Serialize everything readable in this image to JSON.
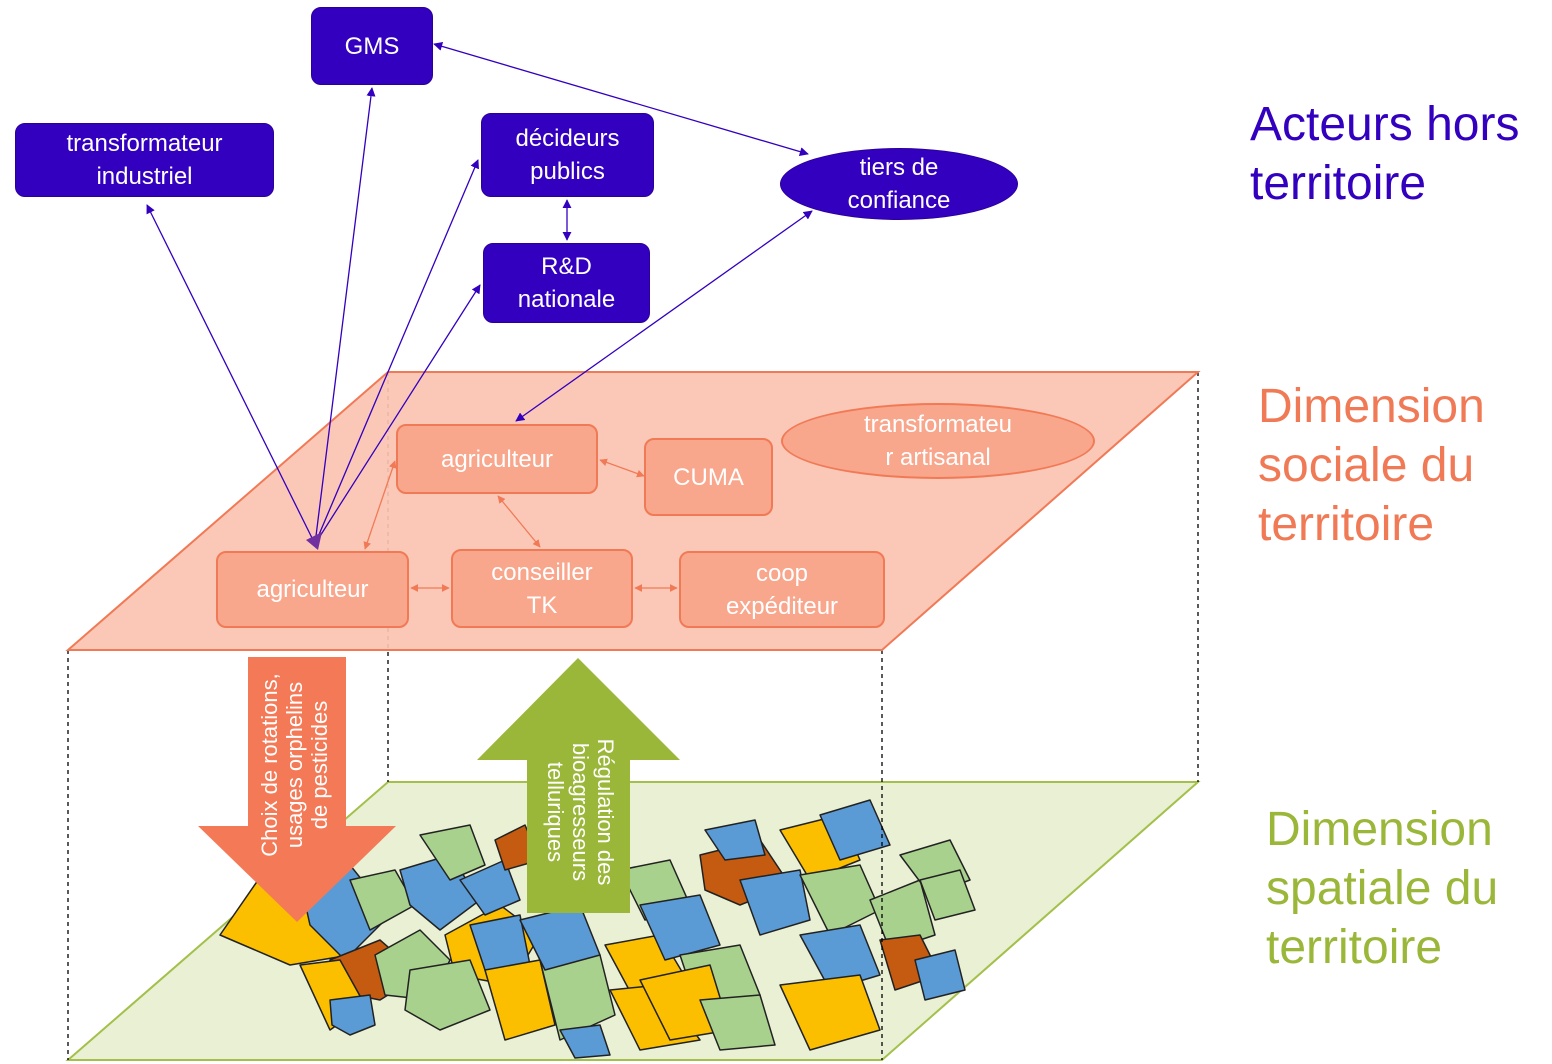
{
  "external_actors": {
    "gms": "GMS",
    "transformateur_industriel": [
      "transformateur",
      "industriel"
    ],
    "decideurs_publics": [
      "décideurs",
      "publics"
    ],
    "tiers_de_confiance": [
      "tiers de",
      "confiance"
    ],
    "rd_nationale": [
      "R&D",
      "nationale"
    ]
  },
  "social_actors": {
    "agriculteur_top": "agriculteur",
    "cuma": "CUMA",
    "transformateur_artisanal": [
      "transformateu",
      "r artisanal"
    ],
    "agriculteur_bottom": "agriculteur",
    "conseiller_tk": [
      "conseiller",
      "TK"
    ],
    "coop_expediteur": [
      "coop",
      "expéditeur"
    ]
  },
  "side_labels": {
    "acteurs_hors_territoire": [
      "Acteurs hors",
      "territoire"
    ],
    "dimension_sociale": [
      "Dimension",
      "sociale du",
      "territoire"
    ],
    "dimension_spatiale": [
      "Dimension",
      "spatiale du",
      "territoire"
    ]
  },
  "flows": {
    "down_arrow": [
      "Choix de rotations,",
      "usages orphelins",
      "de pesticides"
    ],
    "up_arrow": [
      "Régulation des",
      "bioagresseurs",
      "telluriques"
    ]
  },
  "colors": {
    "external": "#3300bf",
    "social_plane": "#fbc3b2",
    "social_node": "#f8a68c",
    "social_border": "#f17a56",
    "spatial_plane": "#e9f0d3",
    "spatial_border": "#a3c04a",
    "down_arrow": "#f47a57",
    "up_arrow": "#9bb73a",
    "parcel_yellow": "#fbbf00",
    "parcel_blue": "#5b9bd5",
    "parcel_green": "#a9d18e",
    "parcel_brown": "#c55a11"
  }
}
